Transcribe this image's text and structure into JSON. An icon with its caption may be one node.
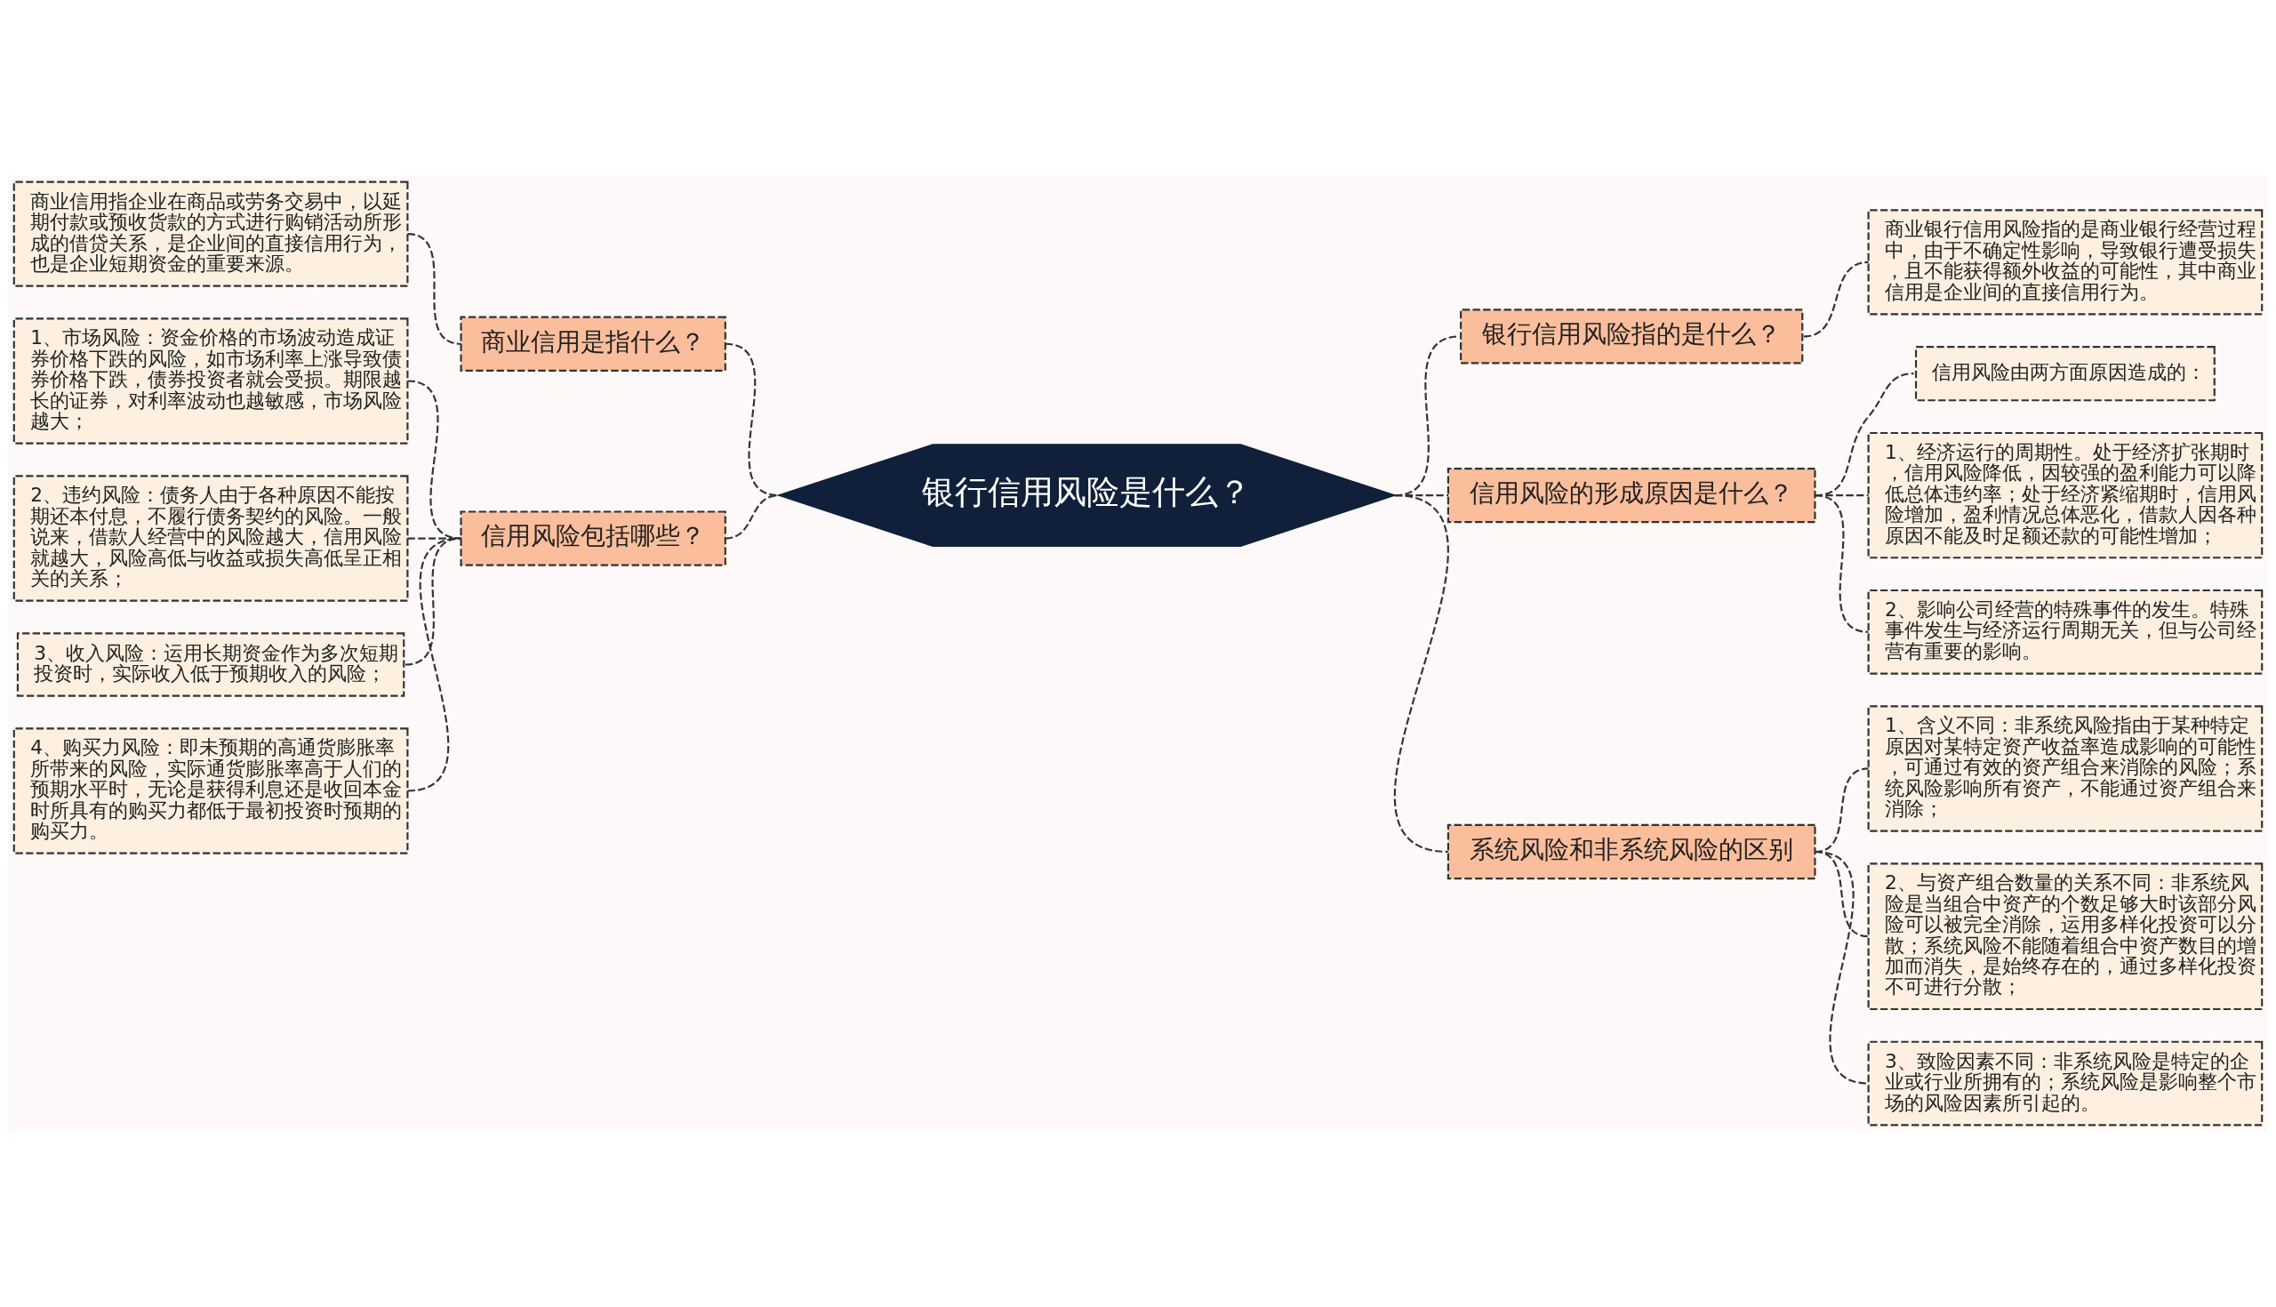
{
  "diagram": {
    "nodes": [
      {
        "text": [
          "银行信用风险是什么？"
        ]
      },
      {
        "text": [
          "银行信用风险指的是什么？"
        ]
      },
      {
        "text": [
          "商业银行信用风险指的是商业银行经营过程中，由于不确定性影响，导致银行遭受损失，且不能获得额外收益的可能性，其中商业信用是企业间的直接信用行为。"
        ]
      },
      {
        "text": [
          "信用风险的形成原因是什么？"
        ]
      },
      {
        "text": [
          "信用风险由两方面原因造成的："
        ]
      },
      {
        "text": [
          "1、经济运行的周期性。处于经济扩张期时，信用风险降低，因较强的盈利能力可以降低总体违约率；处于经济紧缩期时，信用风险增加，盈利情况总体恶化，借款人因各种原因不能及时足额还款的可能性增加；"
        ]
      },
      {
        "text": [
          "2、影响公司经营的特殊事件的发生。特殊事件发生与经济运行周期无关，但与公司经营有重要的影响。"
        ]
      },
      {
        "text": [
          "系统风险和非系统风险的区别"
        ]
      },
      {
        "text": [
          "1、含义不同：非系统风险指由于某种特定原因对某特定资产收益率造成影响的可能性，可通过有效的资产组合来消除的风险；系统风险影响所有资产，不能通过资产组合来消除；"
        ]
      },
      {
        "text": [
          "2、与资产组合数量的关系不同：非系统风险是当组合中资产的个数足够大时该部分风险可以被完全消除，运用多样化投资可以分散；系统风险不能随着组合中资产数目的增加而消失，是始终存在的，通过多样化投资不可进行分散；"
        ]
      },
      {
        "text": [
          "3、致险因素不同：非系统风险是特定的企业或行业所拥有的；系统风险是影响整个市场的风险因素所引起的。"
        ]
      },
      {
        "text": [
          "商业信用是指什么？"
        ]
      },
      {
        "text": [
          "商业信用指企业在商品或劳务交易中，以延期付款或预收货款的方式进行购销活动所形成的借贷关系，是企业间的直接信用行为，也是企业短期资金的重要来源。"
        ]
      },
      {
        "text": [
          "信用风险包括哪些？"
        ]
      },
      {
        "text": [
          "1、市场风险：资金价格的市场波动造成证券价格下跌的风险，如市场利率上涨导致债券价格下跌，债券投资者就会受损。期限越长的证券，对利率波动也越敏感，市场风险越大；"
        ]
      },
      {
        "text": [
          "2、违约风险：债务人由于各种原因不能按期还本付息，不履行债务契约的风险。一般说来，借款人经营中的风险越大，信用风险就越大，风险高低与收益或损失高低呈正相关的关系；"
        ]
      },
      {
        "text": [
          "3、收入风险：运用长期资金作为多次短期投资时，实际收入低于预期收入的风险；"
        ]
      },
      {
        "text": [
          "4、购买力风险：即未预期的高通货膨胀率所带来的风险，实际通货膨胀率高于人们的预期水平时，无论是获得利息还是收回本金时所具有的购买力都低于最初投资时预期的购买力。"
        ]
      }
    ],
    "edges": [
      {
        "from": 0,
        "to": 1,
        "arrow": "none",
        "style": "dashed"
      },
      {
        "from": 1,
        "to": 2,
        "arrow": "none",
        "style": "dashed"
      },
      {
        "from": 0,
        "to": 3,
        "arrow": "none",
        "style": "dashed"
      },
      {
        "from": 3,
        "to": 4,
        "arrow": "none",
        "style": "dashed"
      },
      {
        "from": 3,
        "to": 5,
        "arrow": "none",
        "style": "dashed"
      },
      {
        "from": 3,
        "to": 6,
        "arrow": "none",
        "style": "dashed"
      },
      {
        "from": 0,
        "to": 7,
        "arrow": "none",
        "style": "dashed"
      },
      {
        "from": 7,
        "to": 8,
        "arrow": "none",
        "style": "dashed"
      },
      {
        "from": 7,
        "to": 9,
        "arrow": "none",
        "style": "dashed"
      },
      {
        "from": 7,
        "to": 10,
        "arrow": "none",
        "style": "dashed"
      },
      {
        "from": 0,
        "to": 11,
        "arrow": "none",
        "style": "dashed"
      },
      {
        "from": 11,
        "to": 12,
        "arrow": "none",
        "style": "dashed"
      },
      {
        "from": 0,
        "to": 13,
        "arrow": "none",
        "style": "dashed"
      },
      {
        "from": 13,
        "to": 14,
        "arrow": "none",
        "style": "dashed"
      },
      {
        "from": 13,
        "to": 15,
        "arrow": "none",
        "style": "dashed"
      },
      {
        "from": 13,
        "to": 16,
        "arrow": "none",
        "style": "dashed"
      },
      {
        "from": 13,
        "to": 17,
        "arrow": "none",
        "style": "dashed"
      }
    ]
  }
}
